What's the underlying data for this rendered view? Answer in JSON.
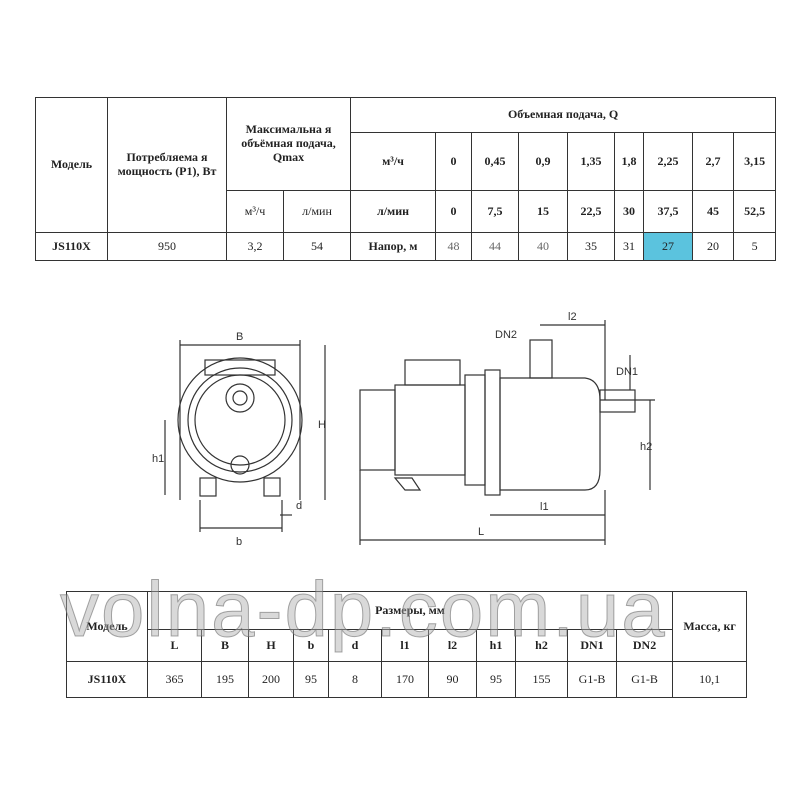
{
  "performance_table": {
    "headers": {
      "model": "Модель",
      "power": "Потребляема я мощность (P1), Вт",
      "qmax": "Максимальна я объёмная подача, Qmax",
      "qmax_m3": "м³/ч",
      "qmax_lmin": "л/мин",
      "flow": "Объемная подача, Q",
      "flow_m3_label": "м³/ч",
      "flow_lmin_label": "л/мин"
    },
    "flow_m3h": [
      "0",
      "0,45",
      "0,9",
      "1,35",
      "1,8",
      "2,25",
      "2,7",
      "3,15"
    ],
    "flow_lmin": [
      "0",
      "7,5",
      "15",
      "22,5",
      "30",
      "37,5",
      "45",
      "52,5"
    ],
    "row": {
      "model": "JS110X",
      "power": "950",
      "qmax_m3": "3,2",
      "qmax_lmin": "54",
      "head_label": "Напор, м",
      "head": [
        "48",
        "44",
        "40",
        "35",
        "31",
        "27",
        "20",
        "5"
      ]
    },
    "highlight_color": "#5bc3de"
  },
  "drawing": {
    "labels": {
      "B": "B",
      "H": "H",
      "h1": "h1",
      "b": "b",
      "d": "d",
      "DN2": "DN2",
      "l2": "l2",
      "DN1": "DN1",
      "h2": "h2",
      "l1": "l1",
      "L": "L"
    }
  },
  "dimensions_table": {
    "model_header": "Модель",
    "sizes_header": "Размеры, мм",
    "mass_header": "Масса, кг",
    "columns": [
      "L",
      "B",
      "H",
      "b",
      "d",
      "l1",
      "l2",
      "h1",
      "h2",
      "DN1",
      "DN2"
    ],
    "row": {
      "model": "JS110X",
      "values": [
        "365",
        "195",
        "200",
        "95",
        "8",
        "170",
        "90",
        "95",
        "155",
        "G1-B",
        "G1-B"
      ],
      "mass": "10,1"
    }
  },
  "watermark": "volna-dp.com.ua"
}
